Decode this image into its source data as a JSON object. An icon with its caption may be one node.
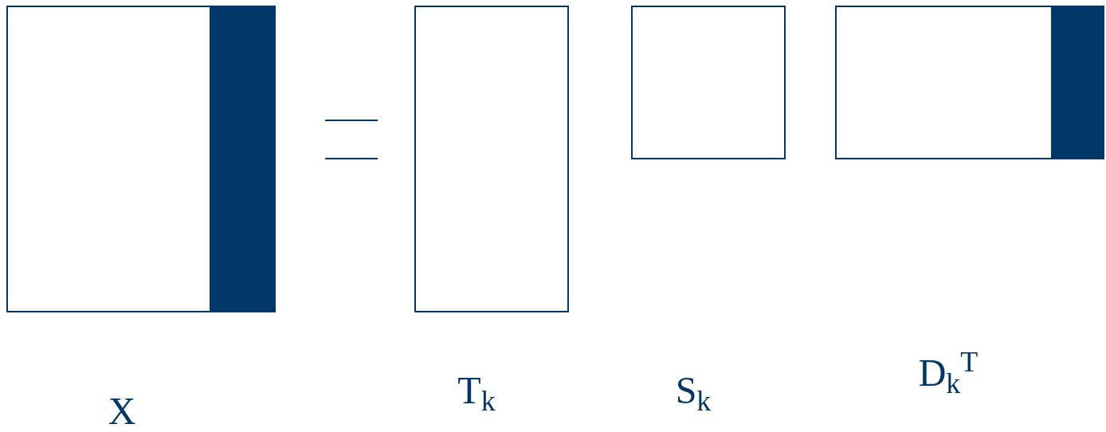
{
  "diagram": {
    "nodes": [
      {
        "text": [],
        "shape": "box"
      },
      {
        "text": [],
        "shape": "bar",
        "in": 0
      },
      {
        "text": [],
        "shape": "box"
      },
      {
        "text": [],
        "shape": "box"
      },
      {
        "text": [],
        "shape": "box"
      },
      {
        "text": [],
        "shape": "bar",
        "in": 4
      }
    ],
    "labels": [
      "T$_{k}$",
      "S$_{k}$",
      "D$_{k}$$^{T}$",
      "X"
    ]
  }
}
